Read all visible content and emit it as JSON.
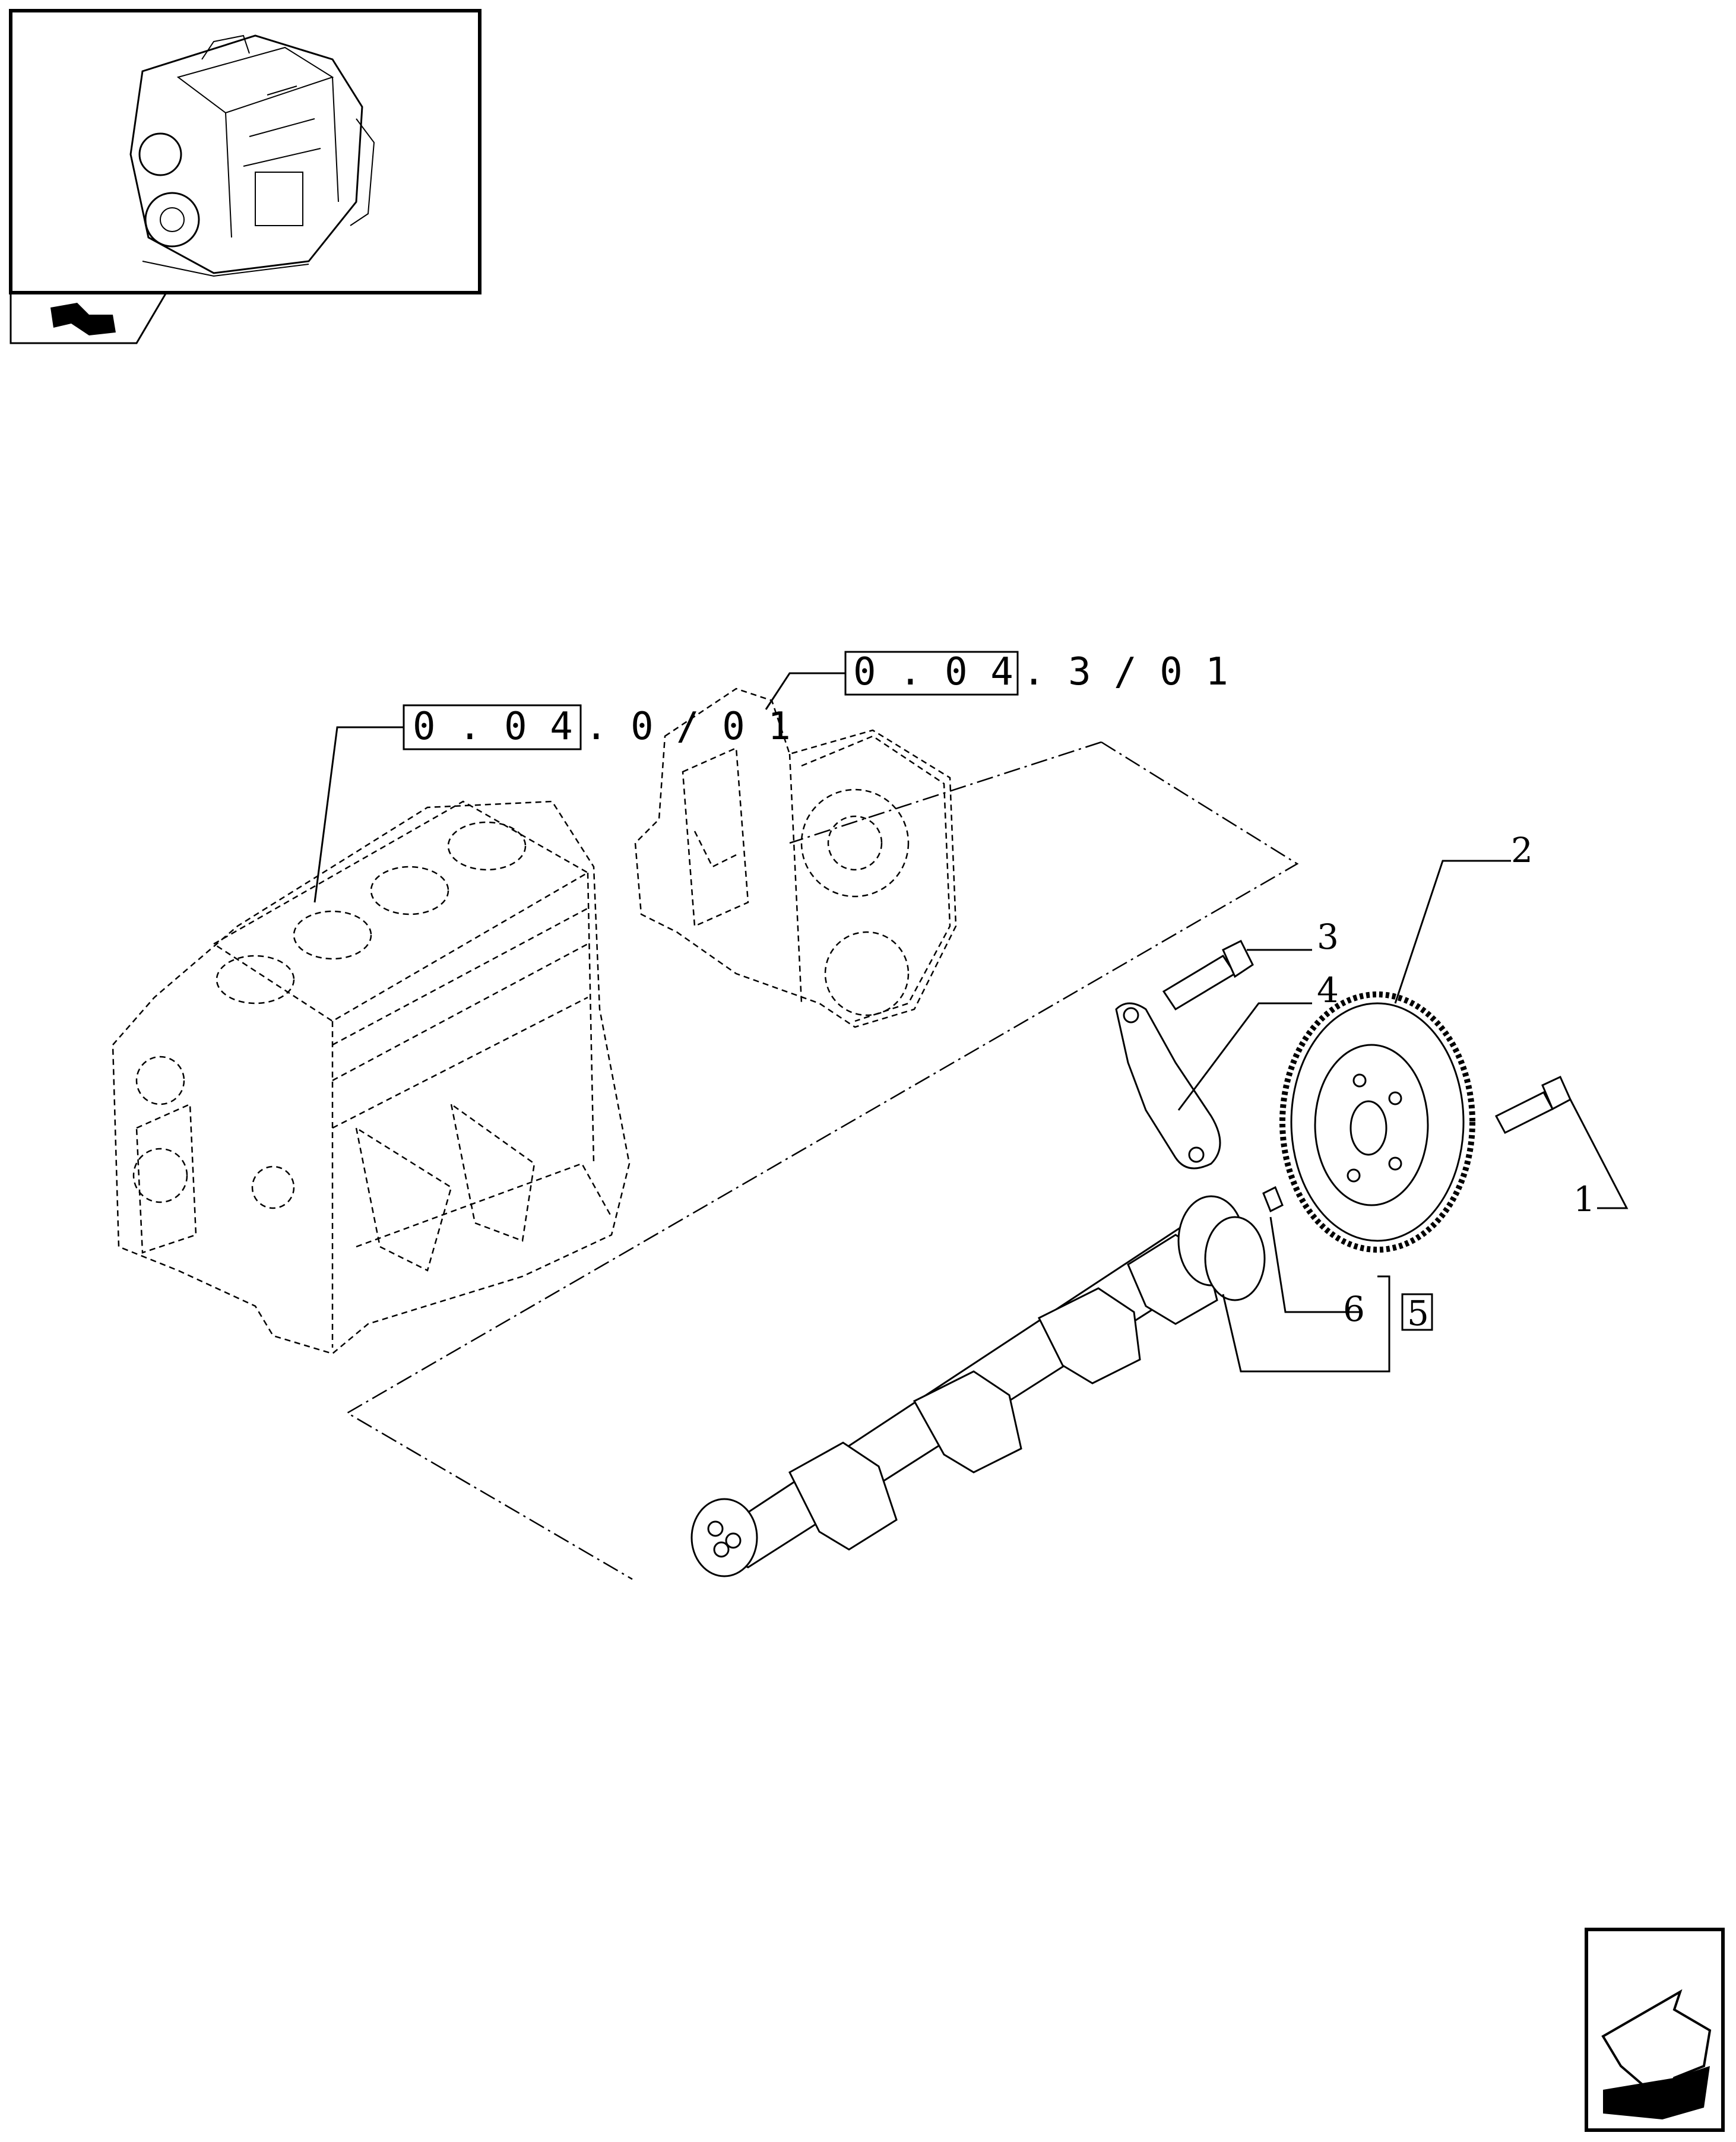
{
  "references": [
    {
      "boxed": "0 . 0 4",
      "suffix": ". 0 / 0 1"
    },
    {
      "boxed": "0 . 0 4",
      "suffix": ". 3 / 0 1"
    }
  ],
  "callouts": [
    "1",
    "2",
    "3",
    "4",
    "5",
    "6"
  ],
  "icons": {
    "thumbnail": "engine-thumbnail",
    "prev": "arrow-back-icon",
    "next": "arrow-next-icon"
  }
}
